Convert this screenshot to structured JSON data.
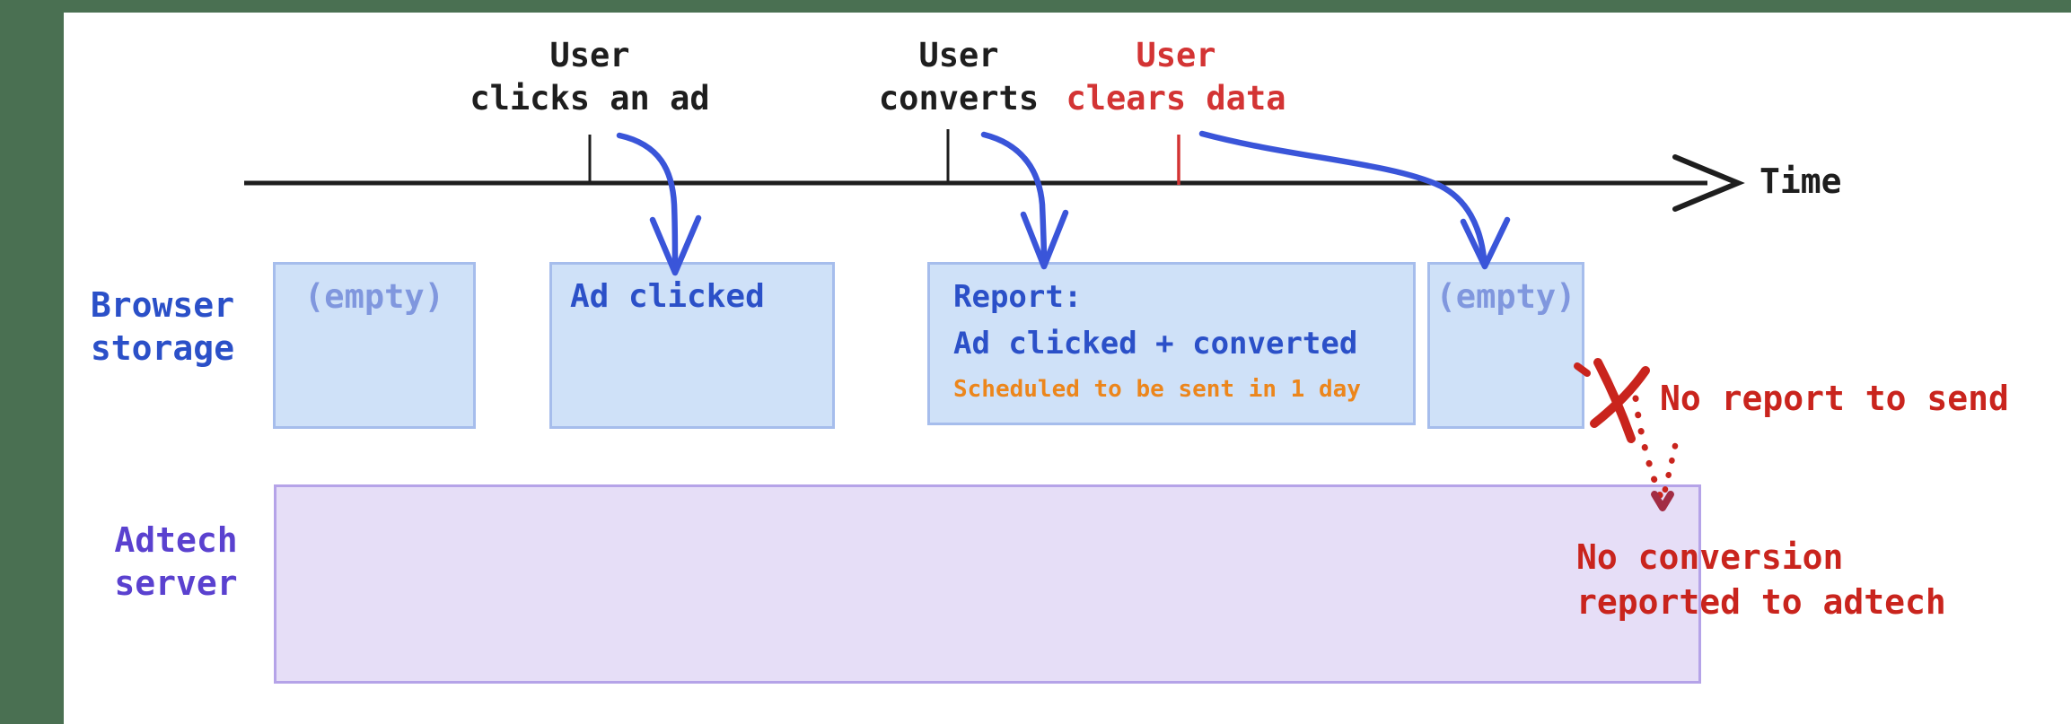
{
  "title": "Attribution reporting timeline diagram",
  "colors": {
    "frame_green": "#4a7052",
    "axis_black": "#1e1e1e",
    "label_blue": "#2b50c8",
    "arrow_blue": "#3a55d9",
    "empty_text_blue": "#8097de",
    "storage_box_fill": "#cfe1f8",
    "storage_box_border": "#a6bdec",
    "note_orange": "#ec861c",
    "server_box_fill": "#e6def7",
    "server_box_border": "#b5a3e8",
    "adtech_label_purple": "#5a41cf",
    "event_red": "#d33434",
    "annotation_red": "#c9241d",
    "dotted_arrowhead_maroon": "#a22c44"
  },
  "timeline": {
    "axis_label": "Time",
    "events": [
      {
        "id": "user-clicks-an-ad",
        "line1": "User",
        "line2": "clicks an ad",
        "color": "black"
      },
      {
        "id": "user-converts",
        "line1": "User",
        "line2": "converts",
        "color": "black"
      },
      {
        "id": "user-clears-data",
        "line1": "User",
        "line2": "clears data",
        "color": "red"
      }
    ]
  },
  "rows": {
    "browser_storage": {
      "label_line1": "Browser",
      "label_line2": "storage",
      "boxes": [
        {
          "id": "empty-1",
          "text": "(empty)"
        },
        {
          "id": "ad-clicked",
          "text": "Ad clicked"
        },
        {
          "id": "report",
          "title": "Report:",
          "subtitle": "Ad clicked + converted",
          "note": "Scheduled to be sent in 1 day"
        },
        {
          "id": "empty-2",
          "text": "(empty)"
        }
      ]
    },
    "adtech_server": {
      "label_line1": "Adtech",
      "label_line2": "server"
    }
  },
  "annotations": {
    "no_report": "No report to send",
    "no_conversion_line1": "No conversion",
    "no_conversion_line2": "reported to adtech"
  }
}
